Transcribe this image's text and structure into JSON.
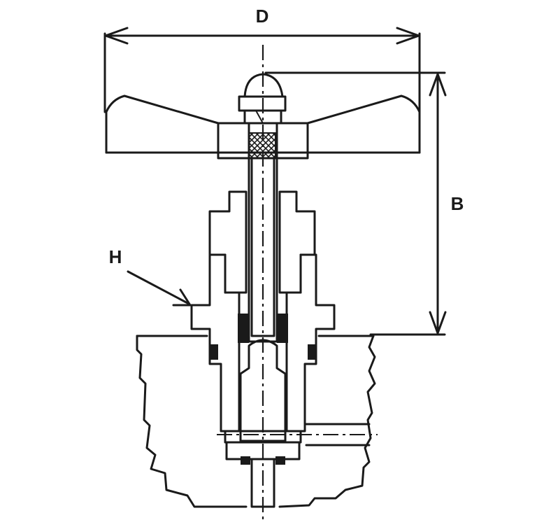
{
  "labels": {
    "diameter": "D",
    "height": "B",
    "nut": "H"
  }
}
